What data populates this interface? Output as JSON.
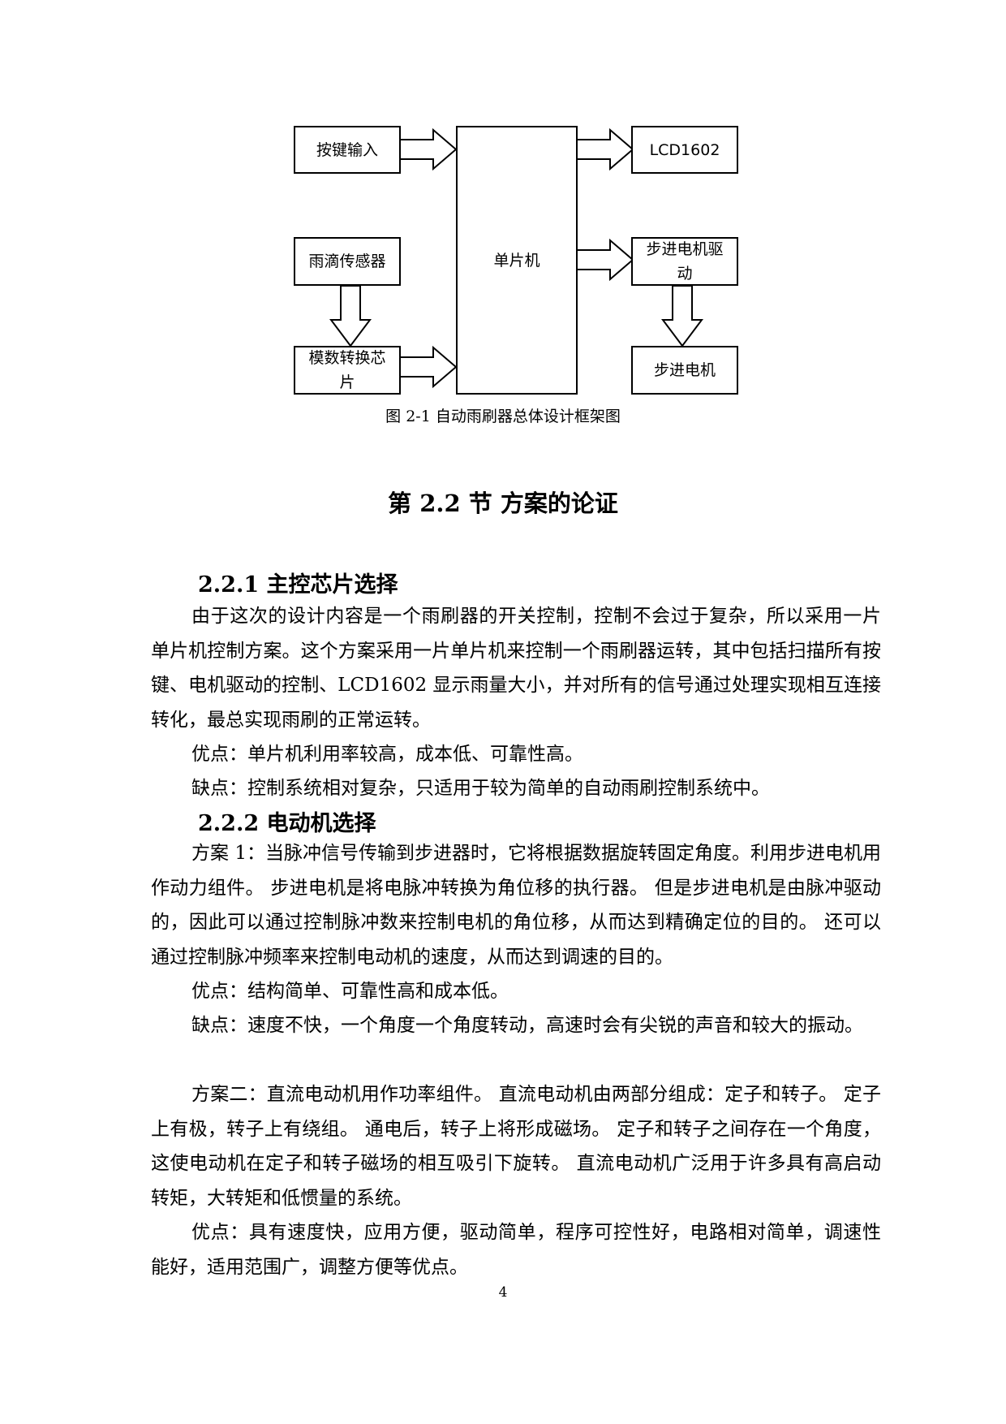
{
  "diagram": {
    "boxes": {
      "keys": "按键输入",
      "rain_sensor": "雨滴传感器",
      "adc": "模数转换芯片",
      "mcu": "单片机",
      "lcd": "LCD1602",
      "stepper_driver": "步进电机驱动",
      "stepper_motor": "步进电机"
    },
    "caption": "图 2-1 自动雨刷器总体设计框架图"
  },
  "section": {
    "title": "第 2.2 节  方案的论证"
  },
  "sub1": {
    "heading": "2.2.1 主控芯片选择",
    "p1": "由于这次的设计内容是一个雨刷器的开关控制，控制不会过于复杂，所以采用一片单片机控制方案。这个方案采用一片单片机来控制一个雨刷器运转，其中包括扫描所有按键、电机驱动的控制、LCD1602 显示雨量大小，并对所有的信号通过处理实现相互连接转化，最总实现雨刷的正常运转。",
    "p2": "优点：单片机利用率较高，成本低、可靠性高。",
    "p3": "缺点：控制系统相对复杂，只适用于较为简单的自动雨刷控制系统中。"
  },
  "sub2": {
    "heading": "2.2.2 电动机选择",
    "p1": "方案 1：当脉冲信号传输到步进器时，它将根据数据旋转固定角度。利用步进电机用作动力组件。 步进电机是将电脉冲转换为角位移的执行器。 但是步进电机是由脉冲驱动的，因此可以通过控制脉冲数来控制电机的角位移，从而达到精确定位的目的。 还可以通过控制脉冲频率来控制电动机的速度，从而达到调速的目的。",
    "p2": "优点：结构简单、可靠性高和成本低。",
    "p3": "缺点：速度不快，一个角度一个角度转动，高速时会有尖锐的声音和较大的振动。",
    "p4": "方案二：直流电动机用作功率组件。 直流电动机由两部分组成：定子和转子。 定子上有极，转子上有绕组。 通电后，转子上将形成磁场。 定子和转子之间存在一个角度，这使电动机在定子和转子磁场的相互吸引下旋转。 直流电动机广泛用于许多具有高启动转矩，大转矩和低惯量的系统。",
    "p5": "优点：具有速度快，应用方便，驱动简单，程序可控性好，电路相对简单，调速性能好，适用范围广，调整方便等优点。"
  },
  "page_number": "4"
}
